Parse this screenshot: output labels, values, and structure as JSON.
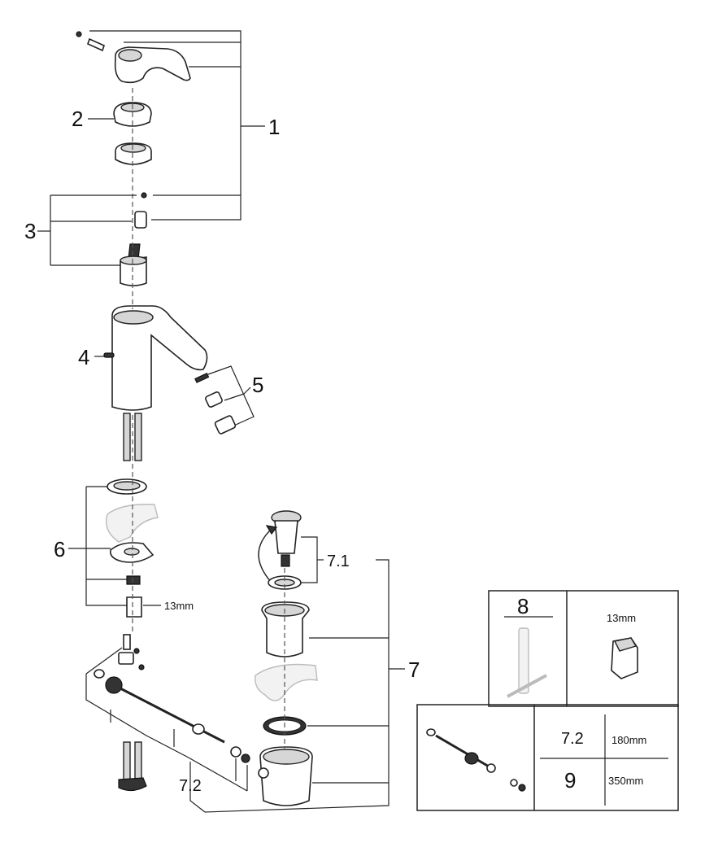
{
  "labels": {
    "p1": "1",
    "p2": "2",
    "p3": "3",
    "p4": "4",
    "p5": "5",
    "p6": "6",
    "p7": "7",
    "p7_1": "7.1",
    "p7_2": "7.2",
    "wrench_size": "13mm"
  },
  "inset_top": {
    "part_number": "8",
    "size": "13mm"
  },
  "inset_bottom": {
    "rows": [
      {
        "part": "7.2",
        "length": "180mm"
      },
      {
        "part": "9",
        "length": "350mm"
      }
    ]
  }
}
